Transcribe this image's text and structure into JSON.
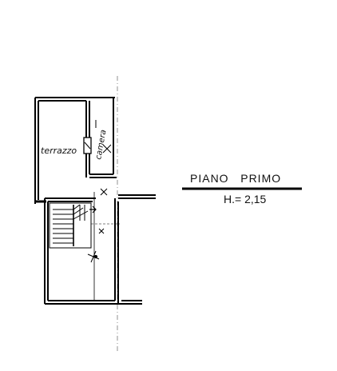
{
  "rooms": {
    "terrazzo": "terrazzo",
    "camera": "camera"
  },
  "title": {
    "floor": "PIANO   PRIMO",
    "height": "H.= 2,15"
  }
}
